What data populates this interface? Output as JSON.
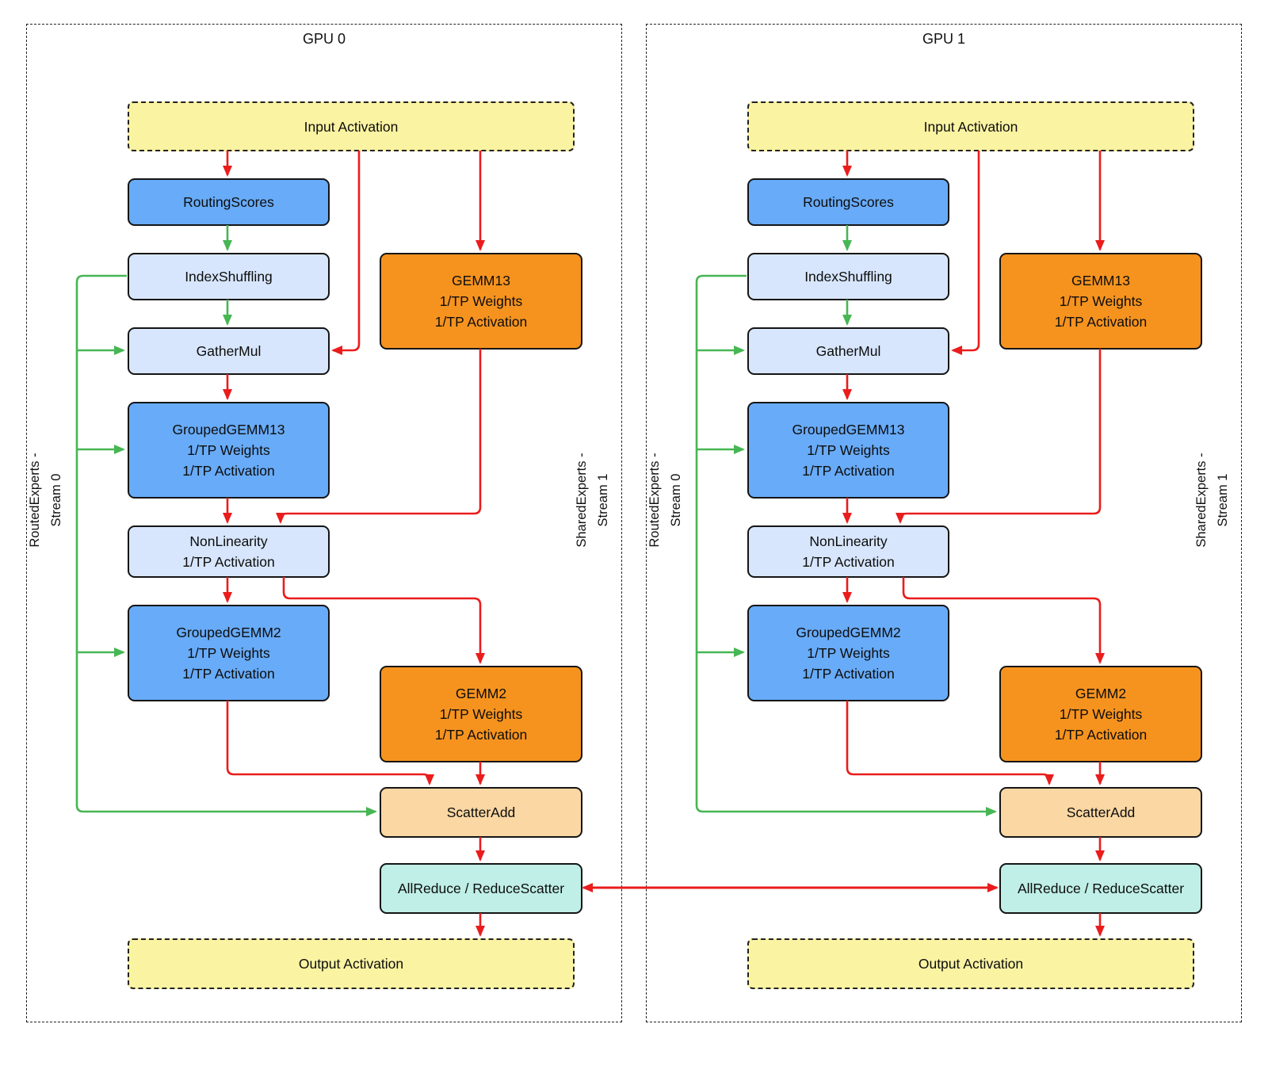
{
  "diagram": {
    "gpus": [
      {
        "title": "GPU 0"
      },
      {
        "title": "GPU 1"
      }
    ],
    "stream_labels": {
      "routed_line1": "RoutedExperts -",
      "routed_line2": "Stream 0",
      "shared_line1": "SharedExperts -",
      "shared_line2": "Stream 1"
    },
    "nodes": {
      "input_activation": "Input Activation",
      "routing_scores": "RoutingScores",
      "index_shuffling": "IndexShuffling",
      "gather_mul": "GatherMul",
      "grouped_gemm13": "GroupedGEMM13",
      "non_linearity": "NonLinearity",
      "grouped_gemm2": "GroupedGEMM2",
      "gemm13": "GEMM13",
      "gemm2": "GEMM2",
      "scatter_add": "ScatterAdd",
      "allreduce": "AllReduce / ReduceScatter",
      "output_activation": "Output Activation",
      "tp_weights": "1/TP Weights",
      "tp_activation": "1/TP Activation"
    },
    "colors": {
      "arrow_red": "#EA1C1C",
      "arrow_green": "#47B654",
      "node_blue": "#68ABF8",
      "node_light_blue": "#D7E6FC",
      "node_orange": "#F6931F",
      "node_peach": "#FAD7A3",
      "node_cyan": "#BFEFE7",
      "node_yellow": "#FAF3A2"
    }
  }
}
